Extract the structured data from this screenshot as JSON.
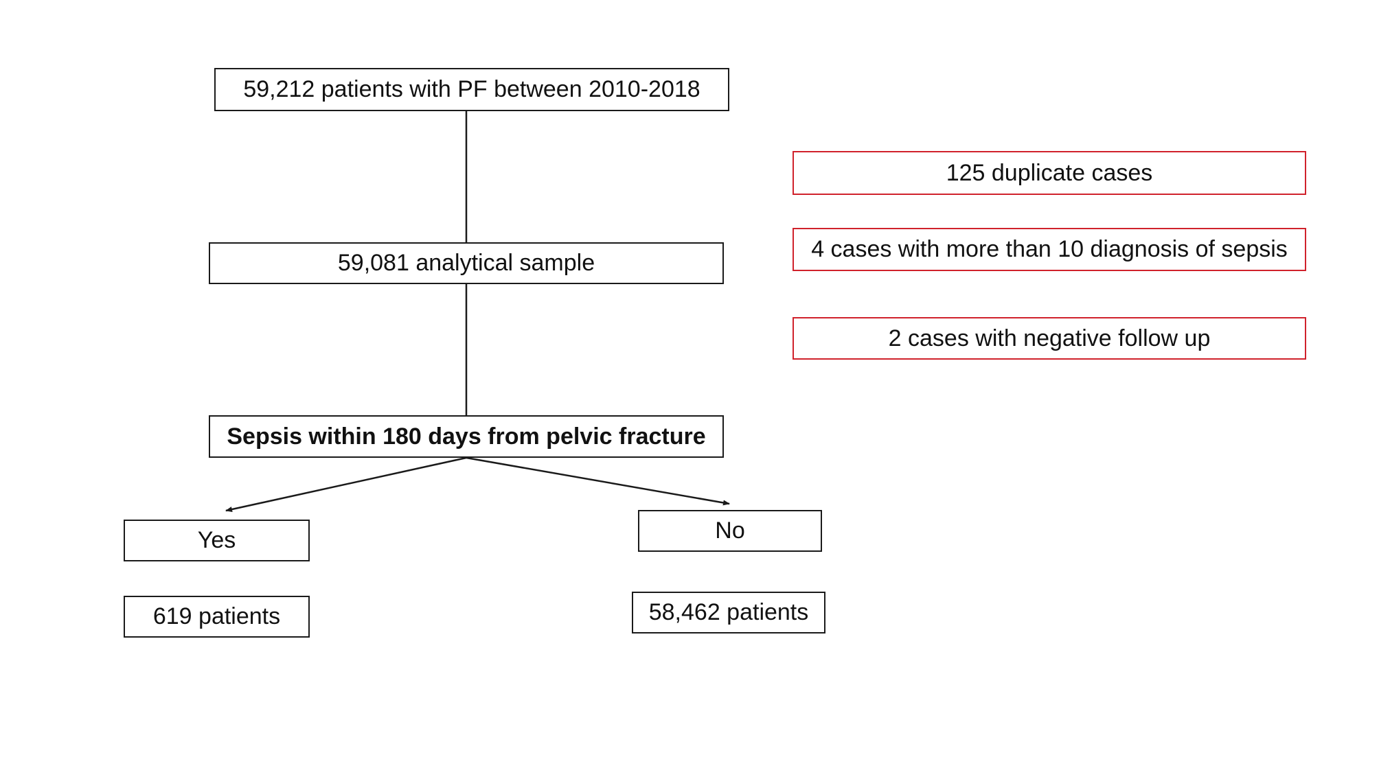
{
  "flowchart": {
    "start": "59,212 patients with PF between 2010-2018",
    "sample": "59,081 analytical sample",
    "outcome": "Sepsis within 180 days from pelvic fracture",
    "yes_label": "Yes",
    "no_label": "No",
    "yes_count": "619 patients",
    "no_count": "58,462 patients"
  },
  "exclusions": [
    "125 duplicate cases",
    "4 cases with more than 10 diagnosis of sepsis",
    "2 cases with negative follow up"
  ],
  "colors": {
    "box_border": "#1a1a1a",
    "exclusion_border": "#d0212b",
    "line": "#1a1a1a"
  }
}
